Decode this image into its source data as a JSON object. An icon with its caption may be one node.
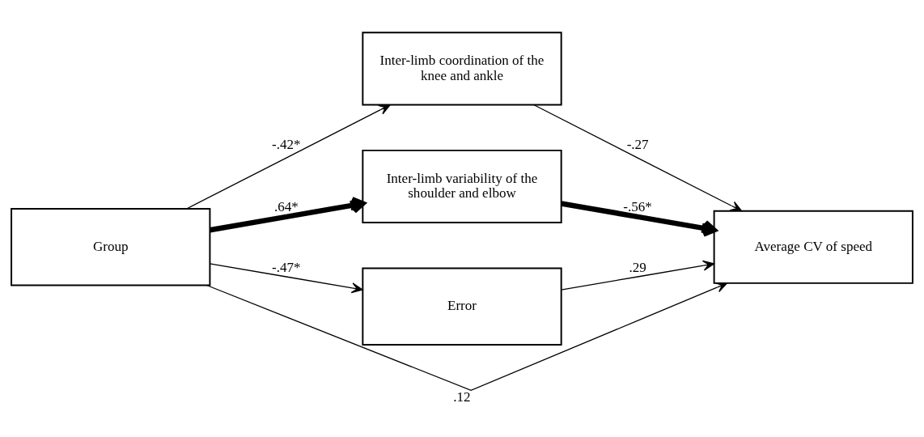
{
  "diagram": {
    "nodes": [
      {
        "text": [
          "Group"
        ]
      },
      {
        "text": [
          "Inter-limb coordination of the knee and ankle"
        ]
      },
      {
        "text": [
          "Inter-limb variability of the shoulder and elbow"
        ]
      },
      {
        "text": [
          "Error"
        ]
      },
      {
        "text": [
          "Average CV of speed"
        ]
      }
    ],
    "edges": [
      {
        "from": 0,
        "to": 1,
        "arrow": "to",
        "label": "-.42*"
      },
      {
        "from": 0,
        "to": 4,
        "arrow": "to",
        "label": ".12"
      },
      {
        "from": 0,
        "to": 2,
        "arrow": "to",
        "label": ".64*",
        "style": "thick"
      },
      {
        "from": 0,
        "to": 3,
        "arrow": "to",
        "label": "-.47*"
      },
      {
        "from": 1,
        "to": 4,
        "arrow": "to",
        "label": "-.27"
      },
      {
        "from": 2,
        "to": 4,
        "arrow": "to",
        "label": "-.56*",
        "style": "thick"
      },
      {
        "from": 3,
        "to": 4,
        "arrow": "to",
        "label": ".29"
      }
    ]
  }
}
